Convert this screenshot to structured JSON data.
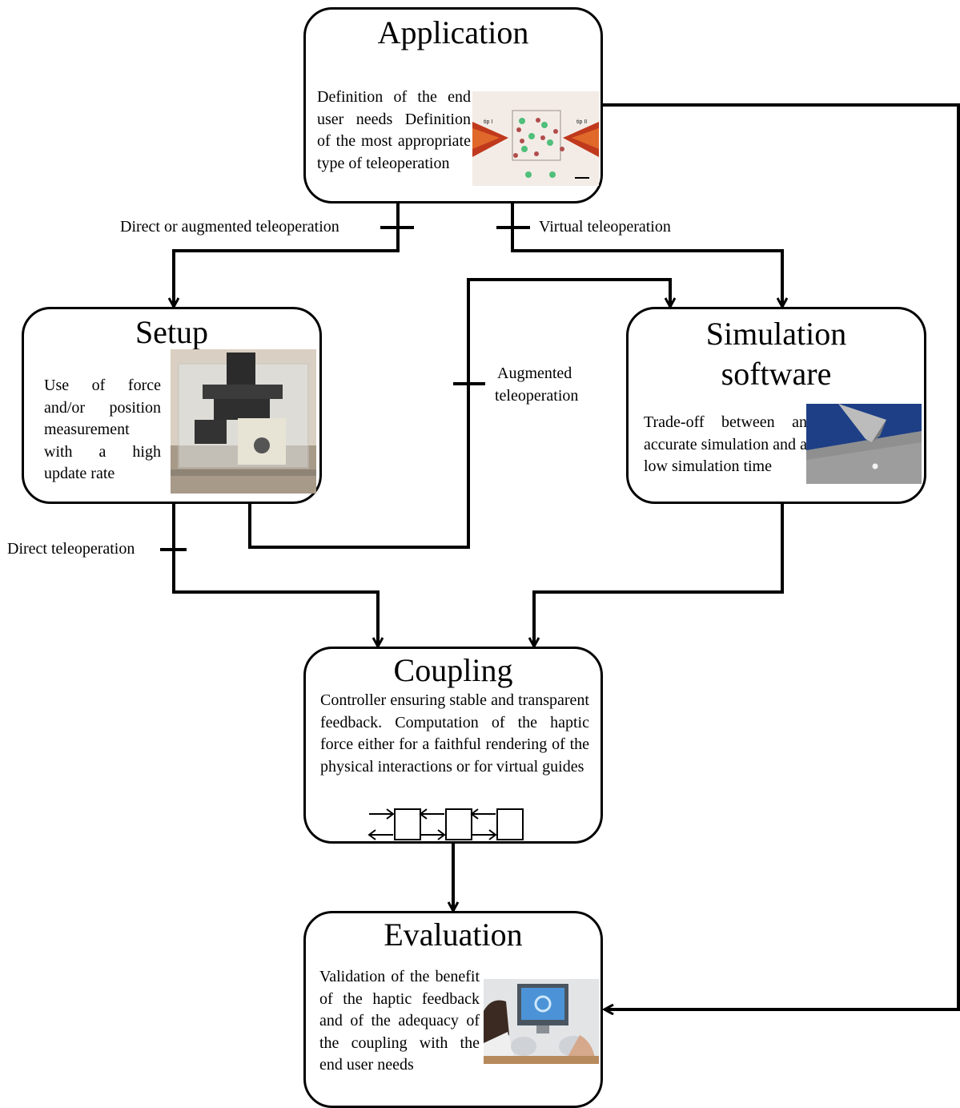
{
  "application": {
    "title": "Application",
    "desc": "Definition of the end user needs Definition of the most appropriate type of teleoperation"
  },
  "setup": {
    "title": "Setup",
    "desc": "Use of force and/or position measurement with a high update rate"
  },
  "simulation": {
    "title_line1": "Simulation",
    "title_line2": "software",
    "desc": "Trade-off between an accurate simulation and a low simulation time"
  },
  "coupling": {
    "title": "Coupling",
    "desc": "Controller ensuring stable and transparent feedback. Computation of the haptic force either for a faithful rendering of the physical interactions or for virtual guides"
  },
  "evaluation": {
    "title": "Evaluation",
    "desc": "Validation of the benefit of the haptic feedback and of the adequacy of the coupling with the end user needs"
  },
  "labels": {
    "direct_or_augmented": "Direct or augmented teleoperation",
    "virtual": "Virtual teleoperation",
    "augmented_line1": "Augmented",
    "augmented_line2": "teleoperation",
    "direct": "Direct teleoperation"
  },
  "micro_image": {
    "tip_left": "tip I",
    "tip_right": "tip II"
  }
}
